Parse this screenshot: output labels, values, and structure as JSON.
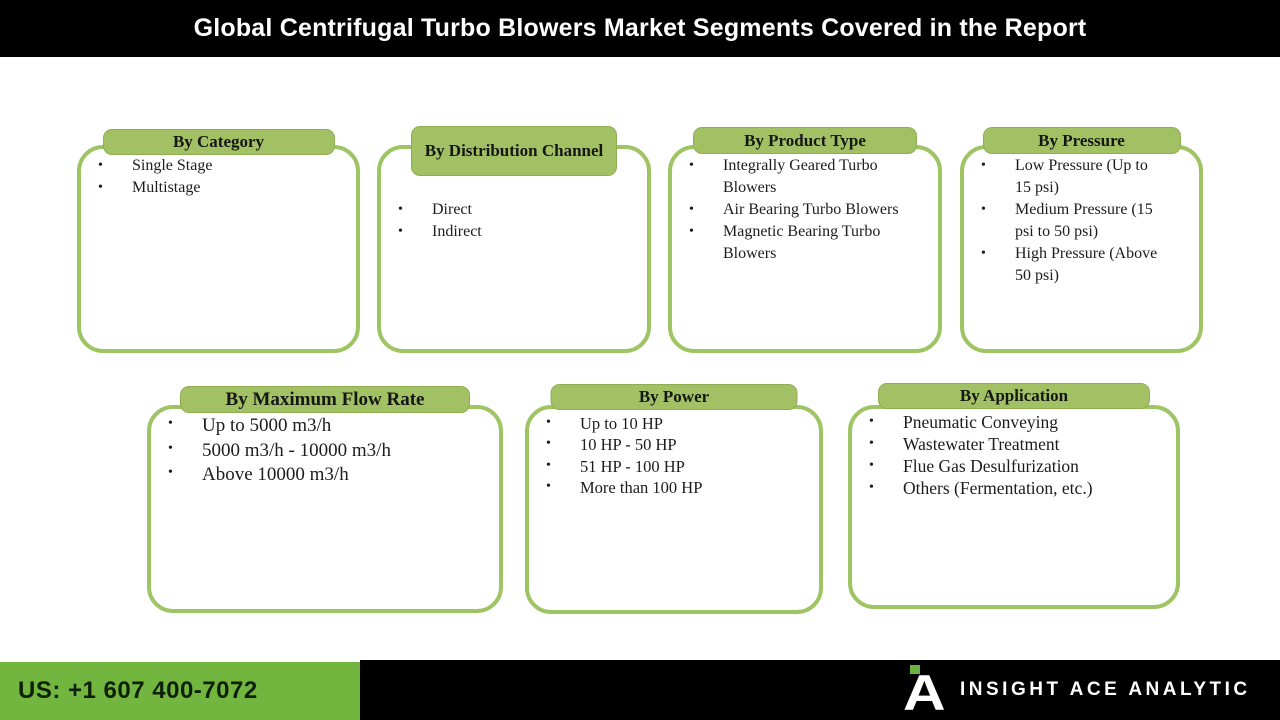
{
  "title": "Global Centrifugal Turbo Blowers Market Segments Covered in the Report",
  "colors": {
    "box_border_green": "#9ec464",
    "tab_green": "#a2c164",
    "footer_green": "#72b53f",
    "bar_black": "#000000",
    "text_dark": "#1c1c1c"
  },
  "segments": [
    {
      "title": "By Category",
      "items": [
        "Single Stage",
        "Multistage"
      ]
    },
    {
      "title": "By Distribution Channel",
      "items": [
        "Direct",
        "Indirect"
      ]
    },
    {
      "title": "By Product Type",
      "items": [
        "Integrally Geared Turbo Blowers",
        "Air Bearing Turbo Blowers",
        "Magnetic Bearing Turbo Blowers"
      ]
    },
    {
      "title": "By Pressure",
      "items": [
        "Low Pressure (Up to 15 psi)",
        "Medium Pressure (15 psi to 50 psi)",
        "High Pressure (Above 50 psi)"
      ]
    },
    {
      "title": "By Maximum Flow Rate",
      "items": [
        "Up to 5000 m3/h",
        "5000 m3/h - 10000 m3/h",
        "Above 10000 m3/h"
      ]
    },
    {
      "title": "By Power",
      "items": [
        "Up to 10 HP",
        "10 HP - 50 HP",
        "51 HP - 100 HP",
        "More than 100 HP"
      ]
    },
    {
      "title": "By Application",
      "items": [
        "Pneumatic Conveying",
        "Wastewater Treatment",
        "Flue Gas Desulfurization",
        "Others (Fermentation, etc.)"
      ]
    }
  ],
  "footer": {
    "phone": "US: +1 607 400-7072",
    "brand": "INSIGHT ACE ANALYTIC",
    "logo_letter": "A"
  }
}
